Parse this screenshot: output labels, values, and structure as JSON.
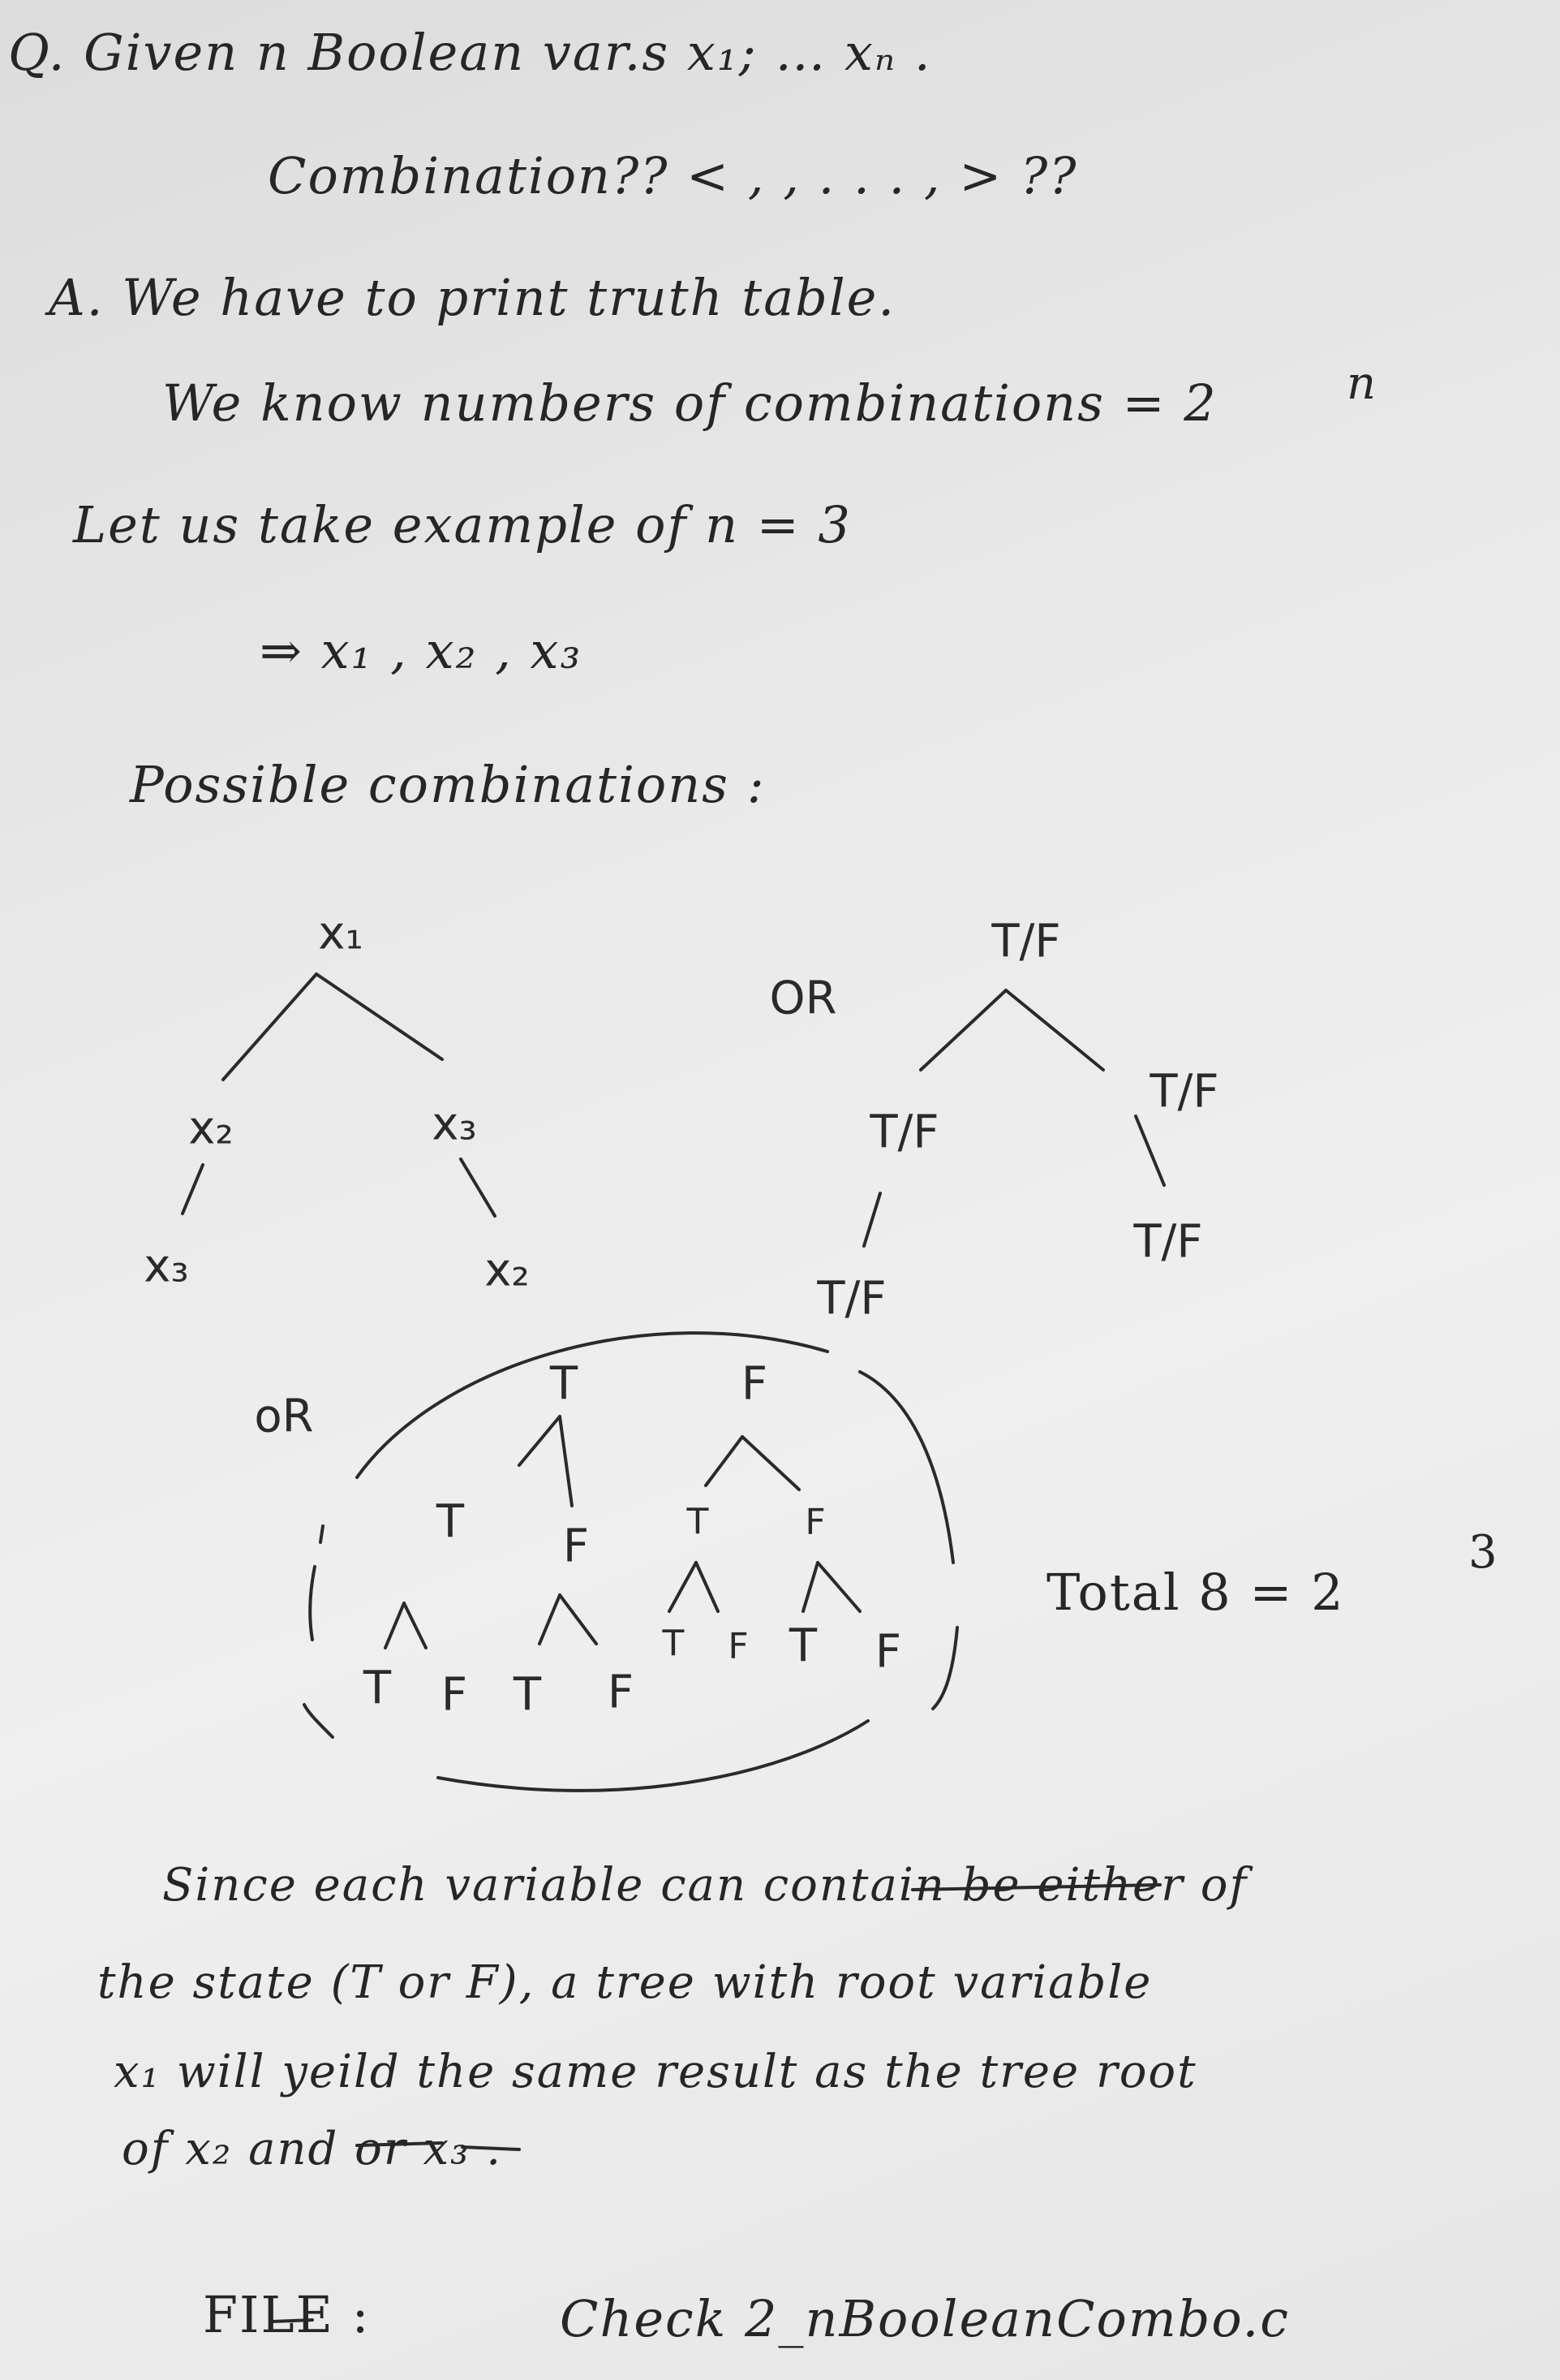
{
  "question": {
    "line1": "Q. Given  n  Boolean  var.s  x₁; … xₙ .",
    "line2": "Combination??  <  ,  ,  . . . ,  > ??"
  },
  "answer": {
    "line1": "A.  We  have  to  print  truth  table.",
    "line2": "We  know  numbers  of  combinations  =  2",
    "line2_exponent": "n",
    "line3": "Let  us  take  example  of   n = 3",
    "line4": "⇒   x₁ , x₂ , x₃",
    "line5": "Possible  combinations :"
  },
  "tree_variables": {
    "root": "x₁",
    "left": "x₂",
    "right": "x₃",
    "left_child": "x₃",
    "right_child": "x₂"
  },
  "or_labels": {
    "first": "OR",
    "second": "oR"
  },
  "tree_tf": {
    "root": "T/F",
    "left": "T/F",
    "right": "T/F",
    "left_child": "T/F",
    "right_child": "T/F"
  },
  "tree_full": {
    "root_t": "T",
    "root_f": "F",
    "l1": [
      "T",
      "F",
      "T",
      "F"
    ],
    "l2": [
      "T",
      "F",
      "T",
      "F",
      "T",
      "F",
      "T",
      "F"
    ]
  },
  "total": {
    "text": "Total 8  =  2",
    "exponent": "3"
  },
  "explanation": {
    "line1": "Since each variable can contain be either of",
    "line2": "the state (T or F), a tree with root variable",
    "line3": "x₁  will yeild the same result as the tree root",
    "line4": "of x₂  and  or x₃ ."
  },
  "file": {
    "label": "FILE :",
    "value": "Check  2_nBooleanCombo.c"
  }
}
